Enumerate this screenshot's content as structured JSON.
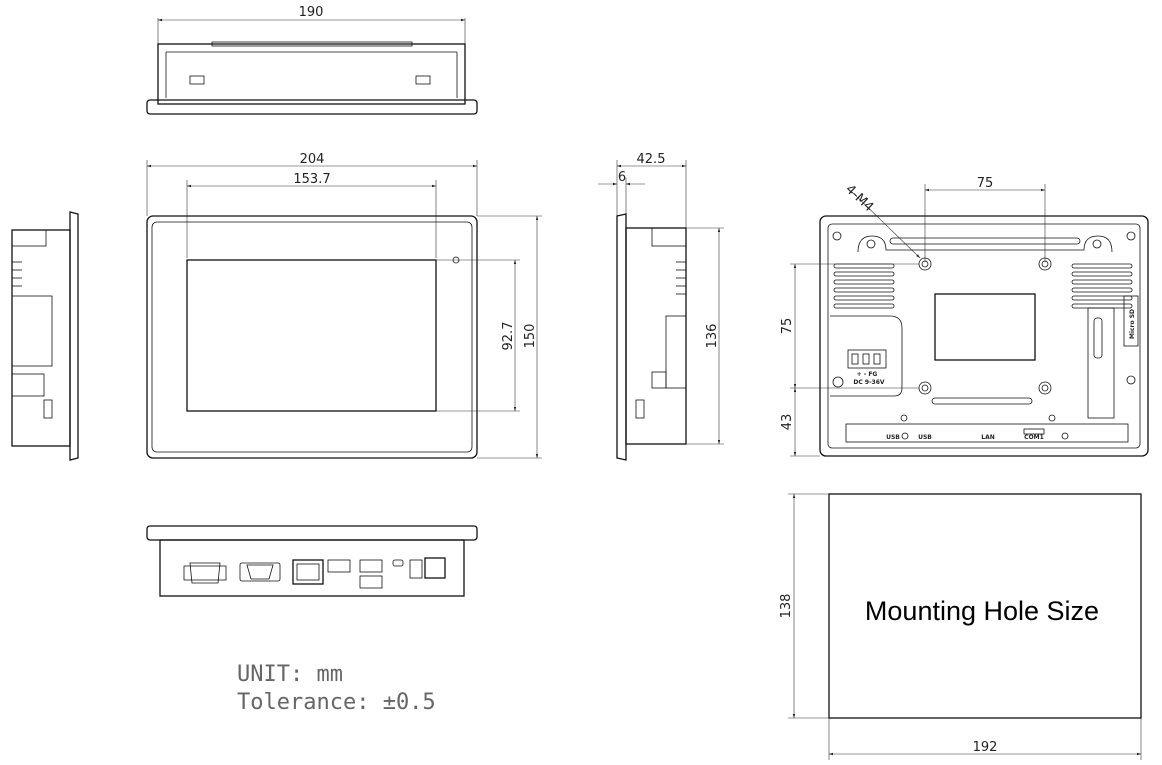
{
  "dimensions": {
    "top_width": "190",
    "front_width": "204",
    "display_width": "153.7",
    "display_height": "92.7",
    "front_height": "150",
    "side_depth": "42.5",
    "bezel_depth": "6",
    "side_height": "136",
    "hole_spacing_h": "75",
    "hole_spacing_v": "75",
    "hole_offset_bottom": "43",
    "screw_spec": "4-M4",
    "cutout_height": "138",
    "cutout_width": "192"
  },
  "rear_labels": {
    "power_polarity": "+ - FG",
    "power_rating": "DC 9-36V",
    "micro_sd": "Micro SD",
    "usb_1": "USB",
    "usb_2": "USB",
    "lan": "LAN",
    "com": "COM1"
  },
  "notes": {
    "unit": "UNIT: mm",
    "tolerance": "Tolerance: ±0.5"
  },
  "cutout_title": "Mounting Hole Size"
}
